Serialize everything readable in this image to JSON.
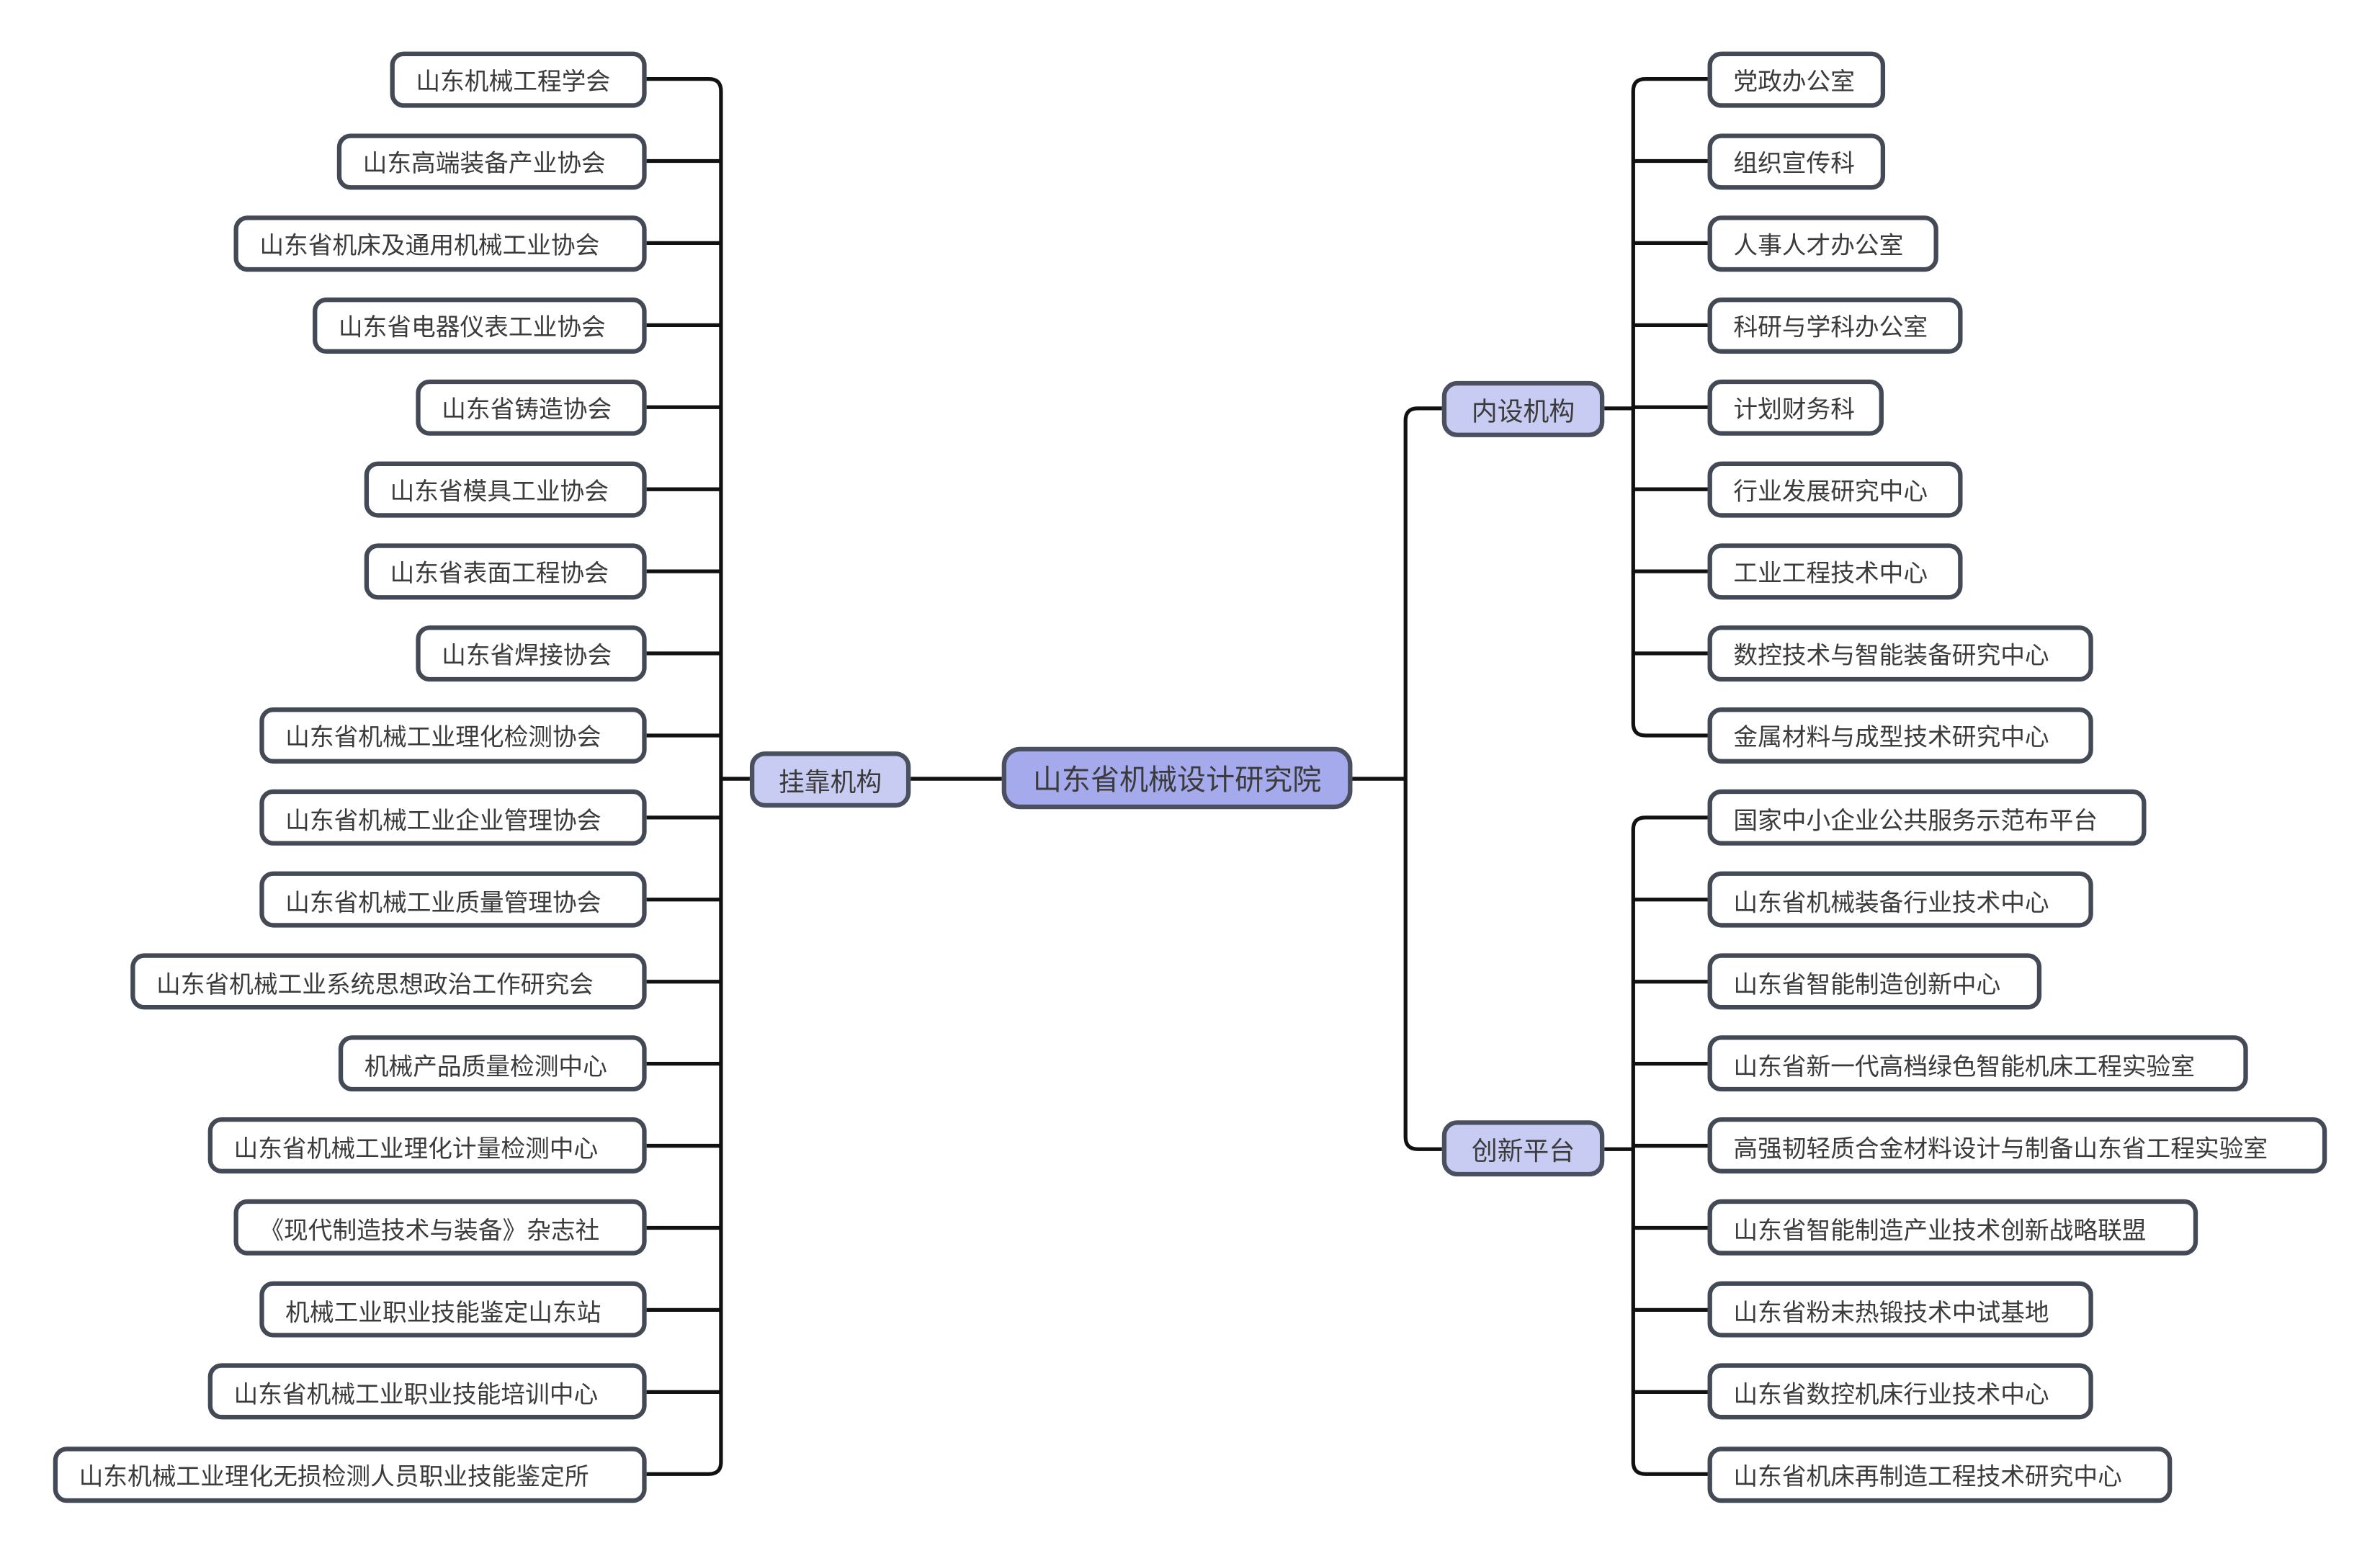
{
  "root": {
    "label": "山东省机械设计研究院"
  },
  "left_branch": {
    "label": "挂靠机构",
    "items": [
      "山东机械工程学会",
      "山东高端装备产业协会",
      "山东省机床及通用机械工业协会",
      "山东省电器仪表工业协会",
      "山东省铸造协会",
      "山东省模具工业协会",
      "山东省表面工程协会",
      "山东省焊接协会",
      "山东省机械工业理化检测协会",
      "山东省机械工业企业管理协会",
      "山东省机械工业质量管理协会",
      "山东省机械工业系统思想政治工作研究会",
      "机械产品质量检测中心",
      "山东省机械工业理化计量检测中心",
      "《现代制造技术与装备》杂志社",
      "机械工业职业技能鉴定山东站",
      "山东省机械工业职业技能培训中心",
      "山东机械工业理化无损检测人员职业技能鉴定所"
    ]
  },
  "right_top_branch": {
    "label": "内设机构",
    "items": [
      "党政办公室",
      "组织宣传科",
      "人事人才办公室",
      "科研与学科办公室",
      "计划财务科",
      "行业发展研究中心",
      "工业工程技术中心",
      "数控技术与智能装备研究中心",
      "金属材料与成型技术研究中心"
    ]
  },
  "right_bottom_branch": {
    "label": "创新平台",
    "items": [
      "国家中小企业公共服务示范布平台",
      "山东省机械装备行业技术中心",
      "山东省智能制造创新中心",
      "山东省新一代高档绿色智能机床工程实验室",
      "高强韧轻质合金材料设计与制备山东省工程实验室",
      "山东省智能制造产业技术创新战略联盟",
      "山东省粉末热锻技术中试基地",
      "山东省数控机床行业技术中心",
      "山东省机床再制造工程技术研究中心"
    ]
  },
  "colors": {
    "root_fill": "#a5aaed",
    "branch_fill": "#c8cbf2",
    "node_border": "#444a55",
    "connector": "#111111"
  }
}
